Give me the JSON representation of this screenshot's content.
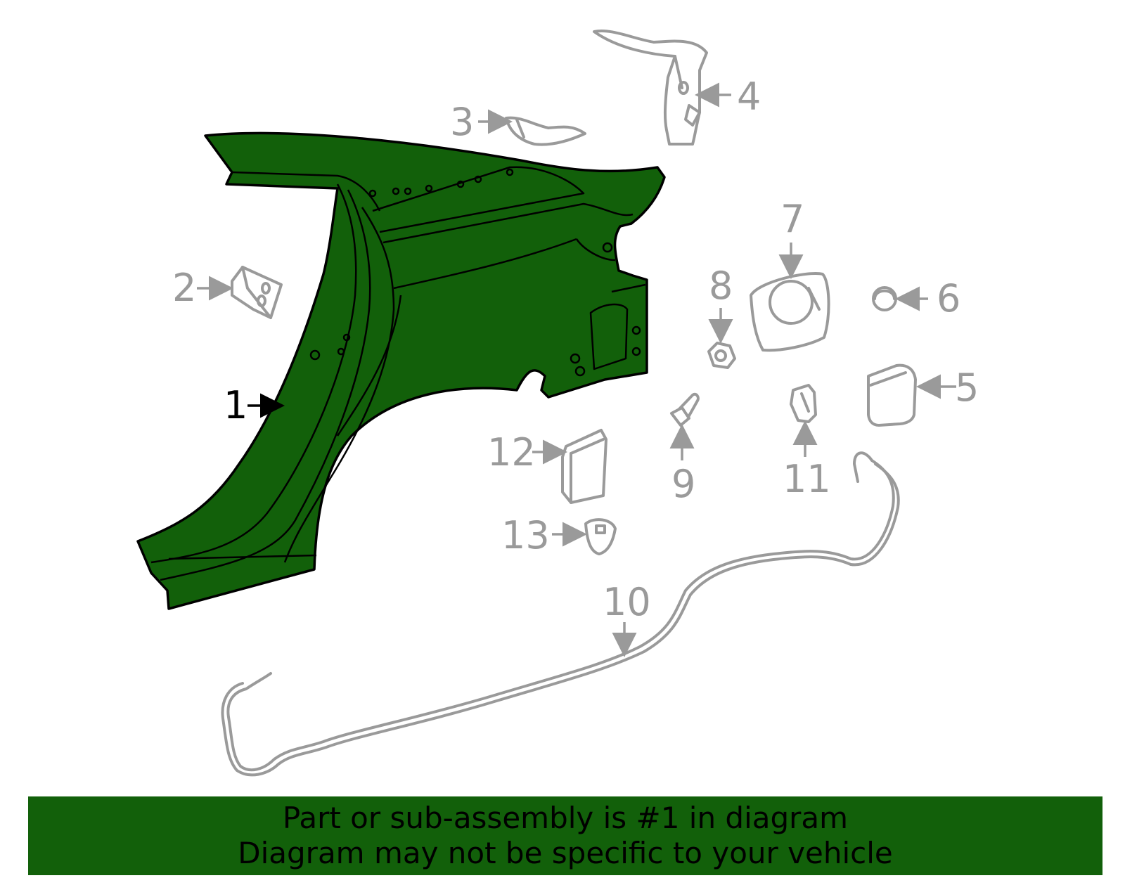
{
  "colors": {
    "highlight_fill": "#12600a",
    "callout_gray": "#9a9a9a",
    "banner_bg": "#12600a",
    "text": "#000000"
  },
  "callouts": {
    "c1": "1",
    "c2": "2",
    "c3": "3",
    "c4": "4",
    "c5": "5",
    "c6": "6",
    "c7": "7",
    "c8": "8",
    "c9": "9",
    "c10": "10",
    "c11": "11",
    "c12": "12",
    "c13": "13"
  },
  "highlighted_part": "1",
  "banner": {
    "line1": "Part or sub-assembly is #1 in diagram",
    "line2": "Diagram may not be specific to your vehicle"
  }
}
